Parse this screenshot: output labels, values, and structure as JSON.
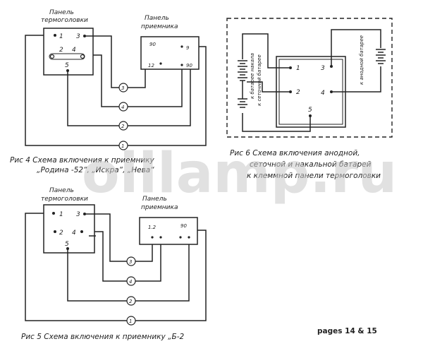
{
  "watermark": "oillamp.ru",
  "fig4": {
    "panel_thermal": [
      "Панель",
      "термоголовки"
    ],
    "panel_receiver": [
      "Панель",
      "приемника"
    ],
    "caption": [
      "Рис 4  Схема включения к приемнику",
      "„Родина -52“, „Искра“, „Нева“"
    ],
    "pins_thermal": [
      "1",
      "3",
      "2",
      "4",
      "5"
    ],
    "pins_receiver": [
      "90",
      "9",
      "12",
      "90"
    ],
    "wire_labels": [
      "3",
      "4",
      "2",
      "1"
    ]
  },
  "fig5": {
    "panel_thermal": [
      "Панель",
      "термоголовки"
    ],
    "panel_receiver": [
      "Панель",
      "приемника"
    ],
    "caption": "Рис 5  Схема включения к приемнику „Б-2",
    "pins_thermal": [
      "1",
      "3",
      "2",
      "4",
      "5"
    ],
    "pins_receiver": [
      "1.2",
      "90"
    ],
    "wire_labels": [
      "3",
      "4",
      "2",
      "1"
    ]
  },
  "fig6": {
    "pins": [
      "1",
      "3",
      "2",
      "4",
      "5"
    ],
    "battery_labels": [
      "к батарее накала",
      "к сеточной батарее",
      "к анодной батарее"
    ],
    "caption": [
      "Рис 6  Схема включения анодной,",
      "сеточной и накальной батарей",
      "к клеммной панели термоголовки"
    ]
  },
  "pages_note": "pages 14 & 15"
}
